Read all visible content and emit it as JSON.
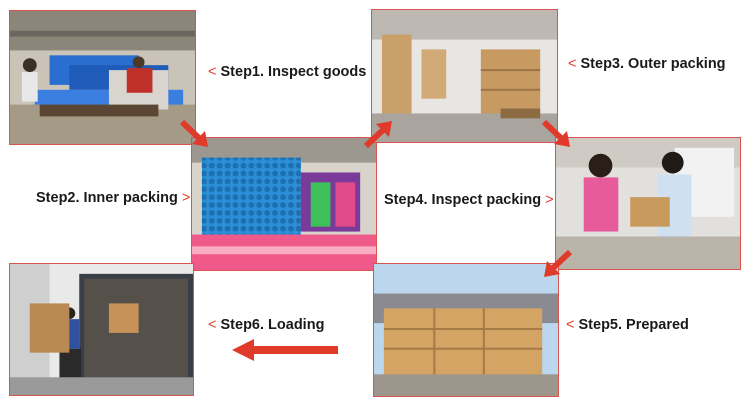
{
  "accent_color": "#e03a2a",
  "border_color": "#d9534f",
  "chevron_left": "<",
  "chevron_right": ">",
  "steps": [
    {
      "label": "Step1. Inspect goods"
    },
    {
      "label": "Step2. Inner packing"
    },
    {
      "label": "Step3. Outer packing"
    },
    {
      "label": "Step4. Inspect packing"
    },
    {
      "label": "Step5. Prepared"
    },
    {
      "label": "Step6. Loading"
    }
  ]
}
